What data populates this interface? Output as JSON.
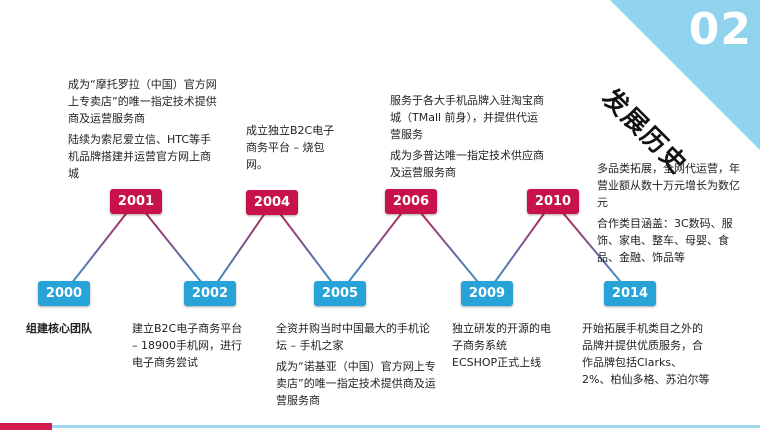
{
  "header": {
    "number": "02",
    "title": "发展历史"
  },
  "years": {
    "y2000": "2000",
    "y2001": "2001",
    "y2002": "2002",
    "y2004": "2004",
    "y2005": "2005",
    "y2006": "2006",
    "y2009": "2009",
    "y2010": "2010",
    "y2014": "2014"
  },
  "events": {
    "e2000": "组建核心团队",
    "e2001_a": "成为“摩托罗拉（中国）官方网上专卖店”的唯一指定技术提供商及运营服务商",
    "e2001_b": "陆续为索尼爱立信、HTC等手机品牌搭建并运营官方网上商城",
    "e2002": "建立B2C电子商务平台 – 18900手机网，进行电子商务尝试",
    "e2004": "成立独立B2C电子商务平台 – 烧包网。",
    "e2005_a": "全资并购当时中国最大的手机论坛 – 手机之家",
    "e2005_b": "成为“诺基亚（中国）官方网上专卖店”的唯一指定技术提供商及运营服务商",
    "e2006_a": "服务于各大手机品牌入驻淘宝商城（TMall 前身），并提供代运营服务",
    "e2006_b": "成为多普达唯一指定技术供应商及运营服务商",
    "e2009": "独立研发的开源的电子商务系统ECSHOP正式上线",
    "e2010_a": "多品类拓展，全网代运营，年营业额从数十万元增长为数亿元",
    "e2010_b": "合作类目涵盖：3C数码、服饰、家电、整车、母婴、食品、金融、饰品等",
    "e2014": "开始拓展手机类目之外的品牌并提供优质服务，合作品牌包括Clarks、2%、柏仙多格、苏泊尔等"
  },
  "colors": {
    "blue": "#27a3d8",
    "red": "#c8134a",
    "light_blue": "#8fd3ef"
  }
}
